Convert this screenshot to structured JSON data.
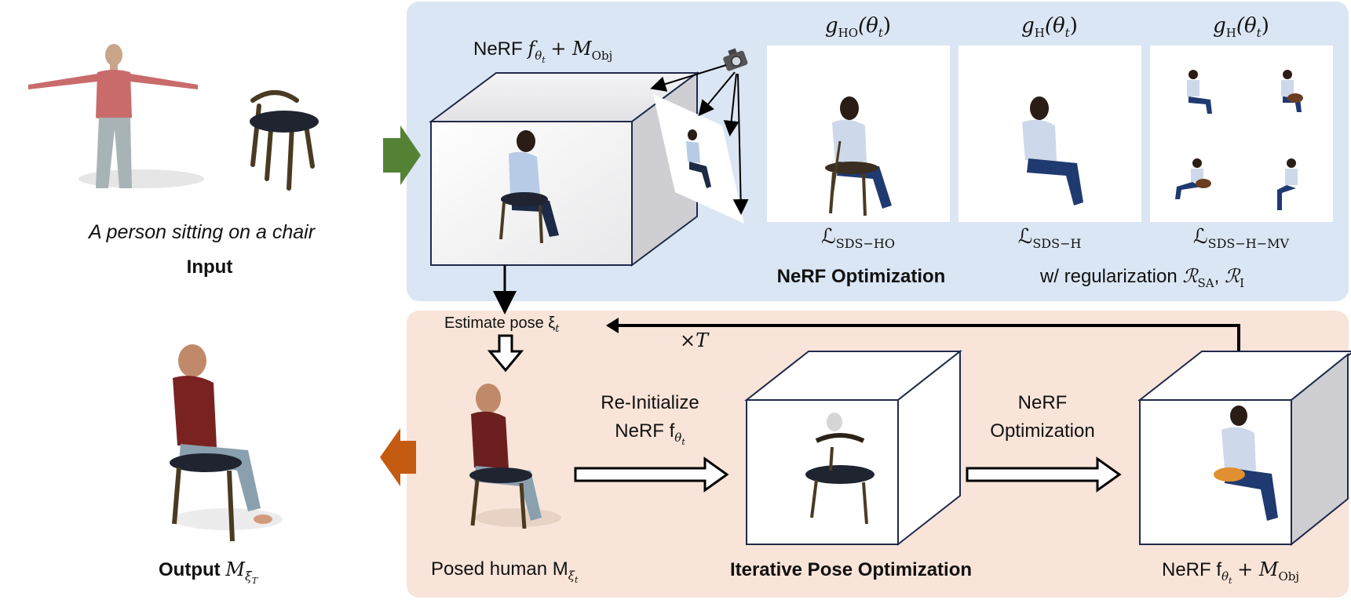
{
  "input": {
    "prompt": "A person sitting on a chair",
    "label": "Input"
  },
  "output": {
    "label": "Output",
    "math": "M",
    "sub": "ξ",
    "subsub": "T"
  },
  "nerf_top": {
    "label": "NeRF",
    "f": "f",
    "sub": "θ",
    "subsub": "t",
    "plus": "+ M",
    "obj": "Obj"
  },
  "guidance": [
    {
      "g": "g",
      "sub": "HO",
      "arg": "(θ",
      "argsub": "t",
      "close": ")",
      "loss": "ℒ",
      "loss_sub": "SDS−HO"
    },
    {
      "g": "g",
      "sub": "H",
      "arg": "(θ",
      "argsub": "t",
      "close": ")",
      "loss": "ℒ",
      "loss_sub": "SDS−H"
    },
    {
      "g": "g",
      "sub": "H",
      "arg": "(θ",
      "argsub": "t",
      "close": ")",
      "loss": "ℒ",
      "loss_sub": "SDS−H−MV"
    }
  ],
  "nerf_opt_title": "NeRF Optimization",
  "regularization": {
    "text": "w/ regularization ",
    "r1": "ℛ",
    "r1_sub": "SA",
    "sep": ", ",
    "r2": "ℛ",
    "r2_sub": "I"
  },
  "estimate_pose": {
    "text": "Estimate pose ξ",
    "sub": "t"
  },
  "times_t": "×T",
  "posed_human": {
    "text": "Posed human M",
    "sub": "ξ",
    "subsub": "t"
  },
  "reinit": {
    "line1": "Re-Initialize",
    "line2": "NeRF f",
    "sub": "θ",
    "subsub": "t"
  },
  "nerf_optimization_label": {
    "line1": "NeRF",
    "line2": "Optimization"
  },
  "iterative_title": "Iterative Pose Optimization",
  "nerf_bot": {
    "label": "NeRF f",
    "sub": "θ",
    "subsub": "t",
    "plus": "+ M",
    "obj": "Obj"
  },
  "colors": {
    "top_panel": "#dae6f3",
    "bottom_panel": "#f8e4d8",
    "cube_edge": "#1f2a4a",
    "green_arrow": "#548235",
    "orange_arrow": "#c55a11"
  },
  "icons": [
    "camera-icon",
    "green-arrow-icon",
    "orange-arrow-icon"
  ]
}
